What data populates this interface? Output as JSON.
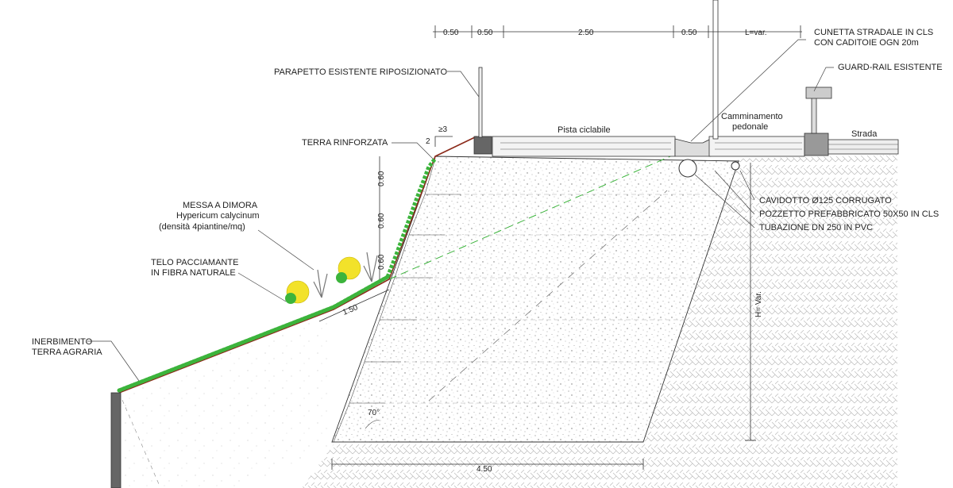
{
  "dimensions": {
    "top": [
      "0.50",
      "0.50",
      "2.50",
      "0.50",
      "L=var."
    ],
    "face": [
      "0.60",
      "0.60",
      "0.60"
    ],
    "slope_width": "1.50",
    "base_width": "4.50",
    "height": "H= Var.",
    "angle": "70°",
    "batter_top": "≥3",
    "batter_side": "2"
  },
  "labels": {
    "cunetta": [
      "CUNETTA STRADALE IN CLS",
      "CON CADITOIE OGN 20m"
    ],
    "guardrail": "GUARD-RAIL ESISTENTE",
    "parapetto": "PARAPETTO ESISTENTE RIPOSIZIONATO",
    "pista": "Pista ciclabile",
    "camminamento": [
      "Camminamento",
      "pedonale"
    ],
    "strada": "Strada",
    "terra_rinforzata": "TERRA RINFORZATA",
    "messa_dimora": [
      "MESSA A DIMORA",
      "Hypericum calycinum",
      "(densità 4piantine/mq)"
    ],
    "telo": [
      "TELO PACCIAMANTE",
      "IN FIBRA NATURALE"
    ],
    "inerbimento": "INERBIMENTO",
    "terra_agraria": "TERRA AGRARIA",
    "cavidotto": "CAVIDOTTO Ø125 CORRUGATO",
    "pozzetto": "POZZETTO PREFABBRICATO 50X50 IN CLS",
    "tubazione": "TUBAZIONE DN 250 IN PVC"
  },
  "colors": {
    "vegetation": "#3cb43c",
    "flowers": "#f2e22a",
    "slope_line": "#8b2a1a",
    "dash_green": "#3cb43c"
  }
}
